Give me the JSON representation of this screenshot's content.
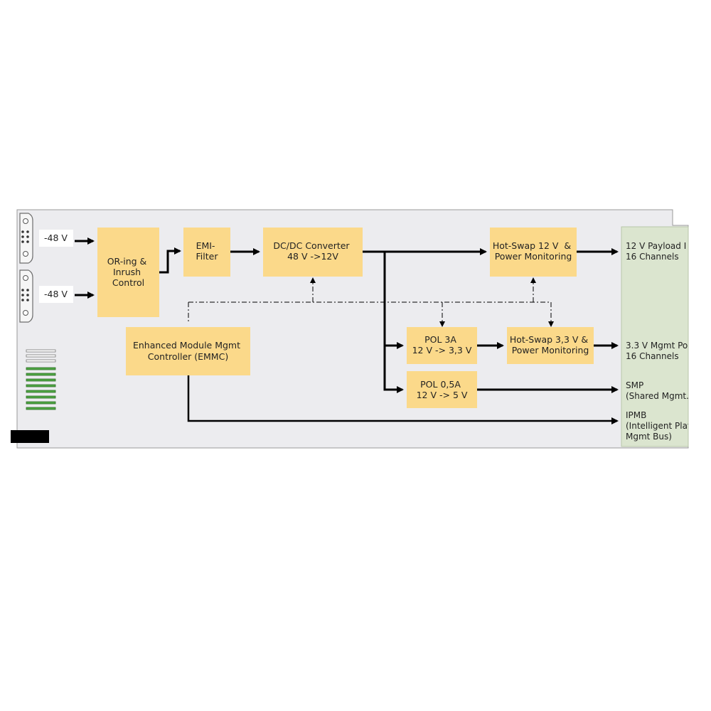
{
  "colors": {
    "panel": "#ececef",
    "panel_border": "#9a9a9a",
    "block_fill": "#fbd98a",
    "output_panel": "#dbe5cf",
    "led_green": "#4fa843",
    "line": "#000000"
  },
  "inputs": [
    "-48 V",
    "-48 V"
  ],
  "blocks": {
    "oring": [
      "OR-ing &",
      "Inrush",
      "Control"
    ],
    "emi": [
      "EMI-",
      "Filter"
    ],
    "dcdc": [
      "DC/DC Converter",
      "48 V ->12V"
    ],
    "hotswap12": [
      "Hot-Swap 12 V  &",
      "Power Monitoring"
    ],
    "emmc": [
      "Enhanced Module Mgmt",
      "Controller (EMMC)"
    ],
    "pol3a": [
      "POL 3A",
      "12 V -> 3,3 V"
    ],
    "hotswap33": [
      "Hot-Swap 3,3 V &",
      "Power Monitoring"
    ],
    "pol05a": [
      "POL 0,5A",
      "12 V -> 5 V"
    ]
  },
  "outputs": {
    "payload": [
      "12 V Payload I",
      "16 Channels"
    ],
    "mgmt_power": [
      "3.3 V Mgmt Po",
      "16 Channels"
    ],
    "smp": [
      "SMP",
      "(Shared Mgmt."
    ],
    "ipmb": [
      "IPMB",
      "(Intelligent Plat",
      "Mgmt Bus)"
    ]
  },
  "icons": [
    "connector-icon",
    "led-bar-icon",
    "handle-icon"
  ]
}
